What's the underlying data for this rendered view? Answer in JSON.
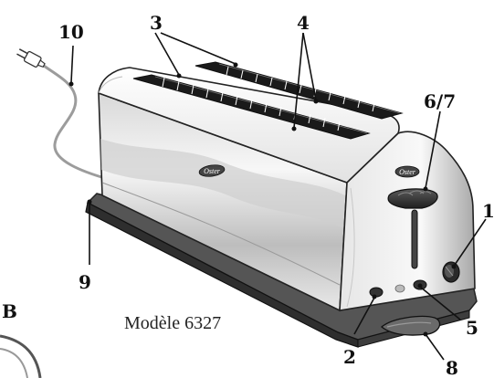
{
  "diagram": {
    "callouts": [
      "10",
      "3",
      "4",
      "6/7",
      "1",
      "9",
      "B",
      "5",
      "2",
      "8"
    ],
    "model_caption": "Modèle 6327",
    "brand_logo_text": "Oster",
    "colors": {
      "body_light": "#f4f4f4",
      "body_shadow": "#9a9a9a",
      "base": "#555555",
      "base_dark": "#2e2e2e",
      "slot": "#1a1a1a",
      "cord": "#9c9c9c",
      "ink": "#111111"
    }
  }
}
